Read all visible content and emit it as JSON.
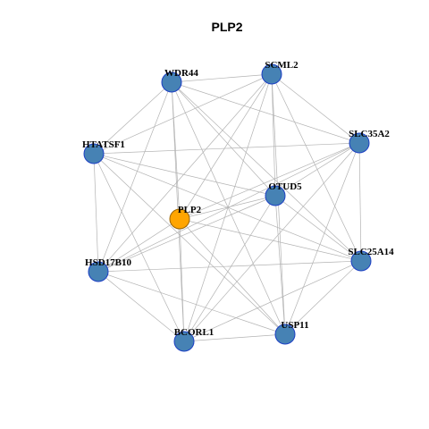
{
  "title": "PLP2",
  "colors": {
    "background": "#ffffff",
    "edge": "#b3b3b3",
    "node_fill": "#4682b4",
    "node_stroke": "#1c3fc4",
    "focus_fill": "#ffa500",
    "focus_stroke": "#9a6400",
    "label": "#000000"
  },
  "nodes": [
    {
      "id": "WDR44",
      "label": "WDR44",
      "focus": false
    },
    {
      "id": "SCML2",
      "label": "SCML2",
      "focus": false
    },
    {
      "id": "SLC35A2",
      "label": "SLC35A2",
      "focus": false
    },
    {
      "id": "HTATSF1",
      "label": "HTATSF1",
      "focus": false
    },
    {
      "id": "OTUD5",
      "label": "OTUD5",
      "focus": false
    },
    {
      "id": "PLP2",
      "label": "PLP2",
      "focus": true
    },
    {
      "id": "SLC25A14",
      "label": "SLC25A14",
      "focus": false
    },
    {
      "id": "HSD17B10",
      "label": "HSD17B10",
      "focus": false
    },
    {
      "id": "BCORL1",
      "label": "BCORL1",
      "focus": false
    },
    {
      "id": "USP11",
      "label": "USP11",
      "focus": false
    }
  ],
  "edges": [
    [
      "WDR44",
      "SCML2"
    ],
    [
      "WDR44",
      "HTATSF1"
    ],
    [
      "WDR44",
      "OTUD5"
    ],
    [
      "WDR44",
      "PLP2"
    ],
    [
      "WDR44",
      "SLC25A14"
    ],
    [
      "WDR44",
      "HSD17B10"
    ],
    [
      "WDR44",
      "BCORL1"
    ],
    [
      "WDR44",
      "USP11"
    ],
    [
      "WDR44",
      "SLC35A2"
    ],
    [
      "SCML2",
      "SLC35A2"
    ],
    [
      "SCML2",
      "HTATSF1"
    ],
    [
      "SCML2",
      "OTUD5"
    ],
    [
      "SCML2",
      "PLP2"
    ],
    [
      "SCML2",
      "SLC25A14"
    ],
    [
      "SCML2",
      "BCORL1"
    ],
    [
      "SCML2",
      "USP11"
    ],
    [
      "SCML2",
      "HSD17B10"
    ],
    [
      "HTATSF1",
      "SLC35A2"
    ],
    [
      "HTATSF1",
      "OTUD5"
    ],
    [
      "HTATSF1",
      "HSD17B10"
    ],
    [
      "HTATSF1",
      "BCORL1"
    ],
    [
      "HTATSF1",
      "USP11"
    ],
    [
      "HTATSF1",
      "SLC25A14"
    ],
    [
      "SLC35A2",
      "OTUD5"
    ],
    [
      "SLC35A2",
      "PLP2"
    ],
    [
      "SLC35A2",
      "SLC25A14"
    ],
    [
      "SLC35A2",
      "HSD17B10"
    ],
    [
      "SLC35A2",
      "BCORL1"
    ],
    [
      "SLC35A2",
      "USP11"
    ],
    [
      "OTUD5",
      "PLP2"
    ],
    [
      "OTUD5",
      "SLC25A14"
    ],
    [
      "OTUD5",
      "HSD17B10"
    ],
    [
      "OTUD5",
      "BCORL1"
    ],
    [
      "OTUD5",
      "USP11"
    ],
    [
      "PLP2",
      "SLC25A14"
    ],
    [
      "PLP2",
      "HSD17B10"
    ],
    [
      "PLP2",
      "BCORL1"
    ],
    [
      "PLP2",
      "USP11"
    ],
    [
      "SLC25A14",
      "HSD17B10"
    ],
    [
      "SLC25A14",
      "BCORL1"
    ],
    [
      "SLC25A14",
      "USP11"
    ],
    [
      "HSD17B10",
      "BCORL1"
    ],
    [
      "HSD17B10",
      "USP11"
    ],
    [
      "BCORL1",
      "USP11"
    ]
  ]
}
